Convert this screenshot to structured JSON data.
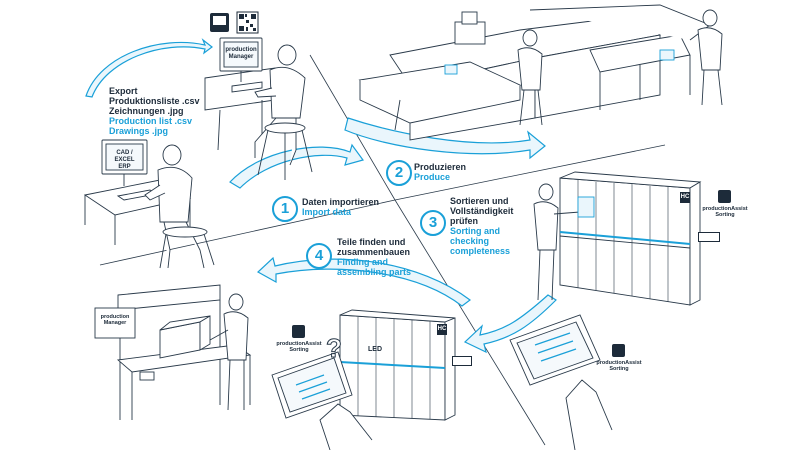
{
  "steps": [
    {
      "number": "1",
      "de": "Daten importieren",
      "en": "Import data"
    },
    {
      "number": "2",
      "de": "Produzieren",
      "en": "Produce"
    },
    {
      "number": "3",
      "de_lines": [
        "Sortieren und",
        "Vollständigkeit",
        "prüfen"
      ],
      "en_lines": [
        "Sorting and",
        "checking",
        "completeness"
      ]
    },
    {
      "number": "4",
      "de_lines": [
        "Teile finden und",
        "zusammenbauen"
      ],
      "en_lines": [
        "Finding and",
        "assembling parts"
      ]
    }
  ],
  "export_note": {
    "de_lines": [
      "Export",
      "Produktionsliste .csv",
      "Zeichnungen .jpg"
    ],
    "en_lines": [
      "Production list .csv",
      "Drawings .jpg"
    ]
  },
  "screens": {
    "top_monitor": [
      "production",
      "Manager"
    ],
    "left_monitor": [
      "CAD / EXCEL",
      "ERP"
    ],
    "assembly_board": [
      "production",
      "Manager"
    ]
  },
  "app_labels": {
    "sorting_right": [
      "productionAssist",
      "Sorting"
    ],
    "sorting_bottom_left": [
      "productionAssist",
      "Sorting"
    ],
    "sorting_bottom_right": [
      "productionAssist",
      "Sorting"
    ]
  },
  "led_label": "LED",
  "question_mark": "?",
  "logo_text": "HC",
  "colors": {
    "accent": "#1aa0d8",
    "ink": "#1d2b3a",
    "line": "#2a3a4a"
  }
}
